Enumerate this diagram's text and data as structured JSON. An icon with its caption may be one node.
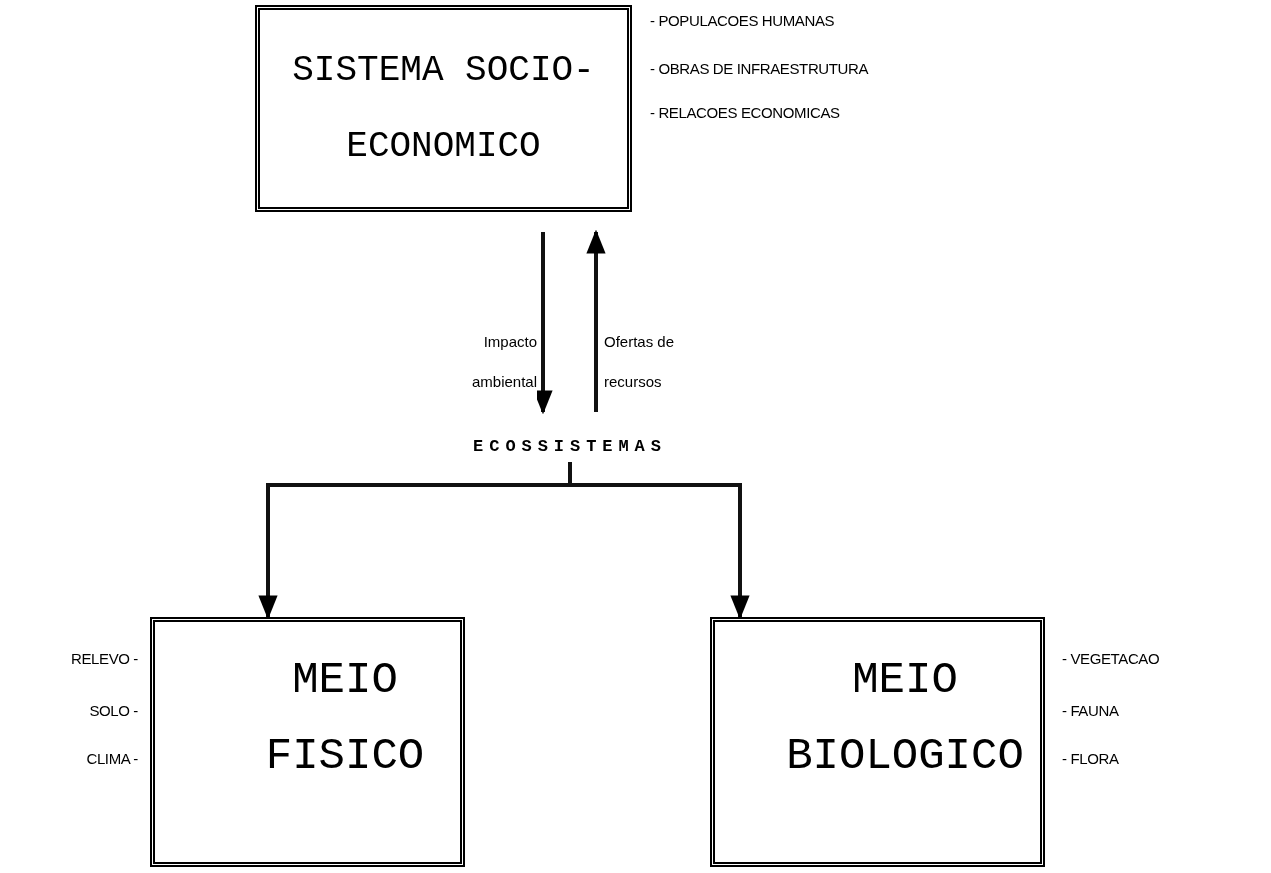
{
  "diagram": {
    "nodes": [
      {
        "text": [
          "SISTEMA SOCIO-ECONOMICO"
        ],
        "beside": [
          "- POPULACOES HUMANAS",
          "- OBRAS DE INFRAESTRUTURA",
          "- RELACOES ECONOMICAS"
        ]
      },
      {
        "text": [
          "ECOSSISTEMAS"
        ]
      },
      {
        "text": [
          "MEIO FISICO"
        ],
        "beside": [
          "RELEVO -",
          "SOLO -",
          "CLIMA -"
        ]
      },
      {
        "text": [
          "MEIO BIOLOGICO"
        ],
        "beside": [
          "- VEGETACAO",
          "- FAUNA",
          "- FLORA"
        ]
      }
    ],
    "edges": [
      {
        "from": 0,
        "to": 1,
        "arrow": "to",
        "label": "Impacto ambiental"
      },
      {
        "from": 1,
        "to": 0,
        "arrow": "to",
        "label": "Ofertas de recursos"
      },
      {
        "from": 1,
        "to": 2,
        "arrow": "to"
      },
      {
        "from": 1,
        "to": 3,
        "arrow": "to"
      }
    ]
  }
}
